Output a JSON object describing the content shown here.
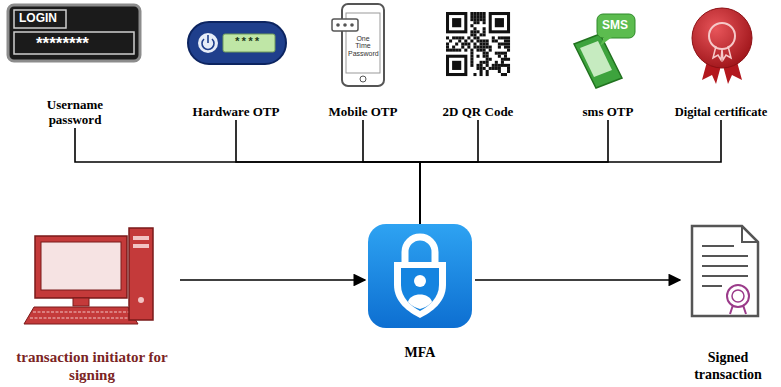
{
  "diagram": {
    "nodes": [
      {
        "text": [
          "Username password"
        ]
      },
      {
        "text": [
          "Hardware OTP"
        ]
      },
      {
        "text": [
          "Mobile OTP"
        ]
      },
      {
        "text": [
          "2D QR Code"
        ]
      },
      {
        "text": [
          "sms OTP"
        ]
      },
      {
        "text": [
          "Digital certificate"
        ]
      },
      {
        "text": [
          "transaction initiator for signing"
        ]
      },
      {
        "text": [
          "MFA"
        ]
      },
      {
        "text": [
          "Signed transaction"
        ]
      }
    ],
    "edges": [
      {
        "from": 6,
        "to": 7,
        "arrow": "to"
      },
      {
        "from": 7,
        "to": 8,
        "arrow": "to"
      },
      {
        "from": 0,
        "to": 7,
        "arrow": "none"
      },
      {
        "from": 1,
        "to": 7,
        "arrow": "none"
      },
      {
        "from": 2,
        "to": 7,
        "arrow": "none"
      },
      {
        "from": 3,
        "to": 7,
        "arrow": "none"
      },
      {
        "from": 4,
        "to": 7,
        "arrow": "none"
      },
      {
        "from": 5,
        "to": 7,
        "arrow": "none"
      }
    ],
    "labels": [
      "LOGIN",
      "********",
      "****",
      "One Time Password",
      "SMS"
    ]
  }
}
